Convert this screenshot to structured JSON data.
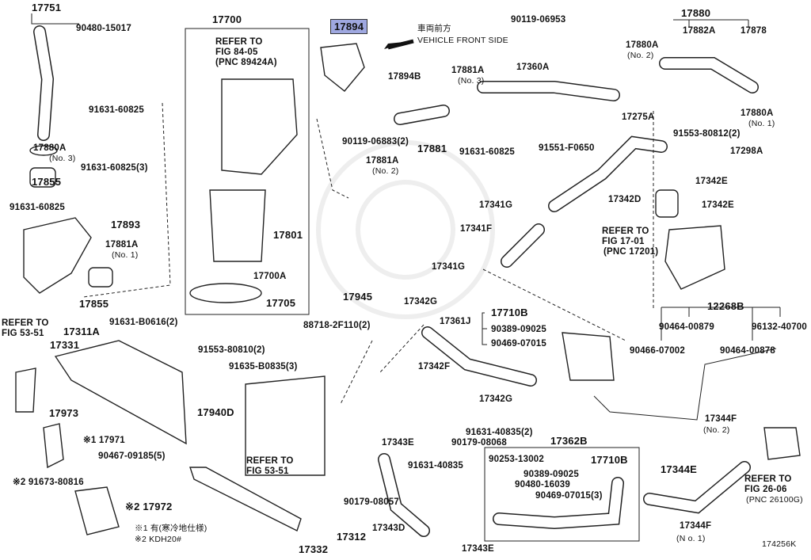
{
  "diagram": {
    "highlighted_part": "17894",
    "highlight_color": "#9fa8e0",
    "figure_code": "174256K",
    "labels": [
      {
        "text": "17751"
      },
      {
        "text": "90480-15017"
      },
      {
        "text": "91631-60825"
      },
      {
        "text": "17880A"
      },
      {
        "text": "(No. 3)"
      },
      {
        "text": "91631-60825(3)"
      },
      {
        "text": "17855"
      },
      {
        "text": "91631-60825"
      },
      {
        "text": "17893"
      },
      {
        "text": "17881A"
      },
      {
        "text": "(No. 1)"
      },
      {
        "text": "17855"
      },
      {
        "text": "17700"
      },
      {
        "text": "REFER TO"
      },
      {
        "text": "FIG 84-05"
      },
      {
        "text": "(PNC 89424A)"
      },
      {
        "text": "17801"
      },
      {
        "text": "17700A"
      },
      {
        "text": "17705"
      },
      {
        "text": "17894"
      },
      {
        "text": "車両前方"
      },
      {
        "text": "VEHICLE FRONT SIDE"
      },
      {
        "text": "17894B"
      },
      {
        "text": "90119-06883(2)"
      },
      {
        "text": "17881"
      },
      {
        "text": "17881A"
      },
      {
        "text": "(No. 2)"
      },
      {
        "text": "17881A"
      },
      {
        "text": "(No. 3)"
      },
      {
        "text": "91631-60825"
      },
      {
        "text": "90119-06953"
      },
      {
        "text": "17360A"
      },
      {
        "text": "17880"
      },
      {
        "text": "17882A"
      },
      {
        "text": "17878"
      },
      {
        "text": "17880A"
      },
      {
        "text": "(No. 2)"
      },
      {
        "text": "17880A"
      },
      {
        "text": "(No. 1)"
      },
      {
        "text": "17275A"
      },
      {
        "text": "91553-80812(2)"
      },
      {
        "text": "91551-F0650"
      },
      {
        "text": "17298A"
      },
      {
        "text": "17342E"
      },
      {
        "text": "17342D"
      },
      {
        "text": "17342E"
      },
      {
        "text": "17341G"
      },
      {
        "text": "17341F"
      },
      {
        "text": "REFER TO"
      },
      {
        "text": "FIG 17-01"
      },
      {
        "text": "(PNC 17201)"
      },
      {
        "text": "17341G"
      },
      {
        "text": "12268B"
      },
      {
        "text": "96132-40700"
      },
      {
        "text": "90464-00879"
      },
      {
        "text": "90466-07002"
      },
      {
        "text": "90464-00878"
      },
      {
        "text": "17342G"
      },
      {
        "text": "17361J"
      },
      {
        "text": "17710B"
      },
      {
        "text": "90389-09025"
      },
      {
        "text": "90469-07015"
      },
      {
        "text": "17342F"
      },
      {
        "text": "17342G"
      },
      {
        "text": "17945"
      },
      {
        "text": "88718-2F110(2)"
      },
      {
        "text": "91553-80810(2)"
      },
      {
        "text": "91635-B0835(3)"
      },
      {
        "text": "17940D"
      },
      {
        "text": "17344F"
      },
      {
        "text": "(No. 2)"
      },
      {
        "text": "17343E"
      },
      {
        "text": "91631-40835(2)"
      },
      {
        "text": "90179-08068"
      },
      {
        "text": "17362B"
      },
      {
        "text": "90253-13002"
      },
      {
        "text": "17710B"
      },
      {
        "text": "90389-09025"
      },
      {
        "text": "90480-16039"
      },
      {
        "text": "90469-07015(3)"
      },
      {
        "text": "17344E"
      },
      {
        "text": "REFER TO"
      },
      {
        "text": "FIG 26-06"
      },
      {
        "text": "(PNC 26100G)"
      },
      {
        "text": "91631-40835"
      },
      {
        "text": "90179-08057"
      },
      {
        "text": "17343D"
      },
      {
        "text": "17343E"
      },
      {
        "text": "17344F"
      },
      {
        "text": "(N o. 1)"
      },
      {
        "text": "174256K"
      },
      {
        "text": "REFER TO"
      },
      {
        "text": "FIG 53-51"
      },
      {
        "text": "17311A"
      },
      {
        "text": "17331"
      },
      {
        "text": "91631-B0616(2)"
      },
      {
        "text": "17973"
      },
      {
        "text": "※1 17971"
      },
      {
        "text": "90467-09185(5)"
      },
      {
        "text": "REFER TO"
      },
      {
        "text": "FIG 53-51"
      },
      {
        "text": "※2 91673-80816"
      },
      {
        "text": "※2 17972"
      },
      {
        "text": "※1 有(寒冷地仕様)"
      },
      {
        "text": "※2 KDH20#"
      },
      {
        "text": "17312"
      },
      {
        "text": "17332"
      }
    ]
  }
}
